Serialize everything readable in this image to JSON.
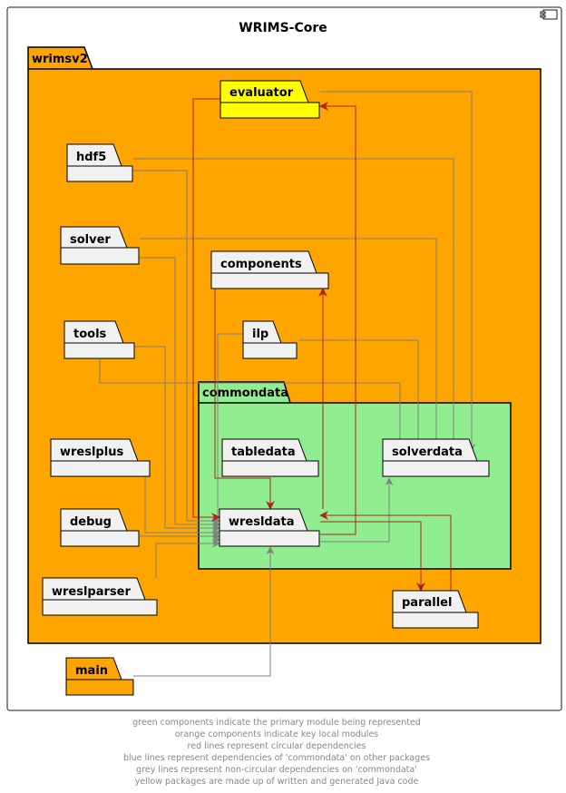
{
  "title": "WRIMS-Core",
  "colors": {
    "orange": "#FFA500",
    "green": "#90EE90",
    "yellow": "#FFFF00",
    "package": "#F1F1F1",
    "red_line": "#B22222",
    "grey_line": "#808080"
  },
  "icons": {
    "component": "uml-component-icon"
  },
  "groups": {
    "wrimsv2": "wrimsv2",
    "commondata": "commondata"
  },
  "packages": {
    "evaluator": "evaluator",
    "hdf5": "hdf5",
    "solver": "solver",
    "components": "components",
    "tools": "tools",
    "ilp": "ilp",
    "tabledata": "tabledata",
    "solverdata": "solverdata",
    "wreslplus": "wreslplus",
    "debug": "debug",
    "wresldata": "wresldata",
    "wreslparser": "wreslparser",
    "parallel": "parallel",
    "main": "main"
  },
  "legend": [
    "green components indicate the primary module being represented",
    "orange components indicate key local modules",
    "red lines represent circular dependencies",
    "blue lines represent dependencies of 'commondata' on other packages",
    "grey lines represent non-circular dependencies on 'commondata'",
    "yellow packages are made up of written and generated Java code"
  ]
}
